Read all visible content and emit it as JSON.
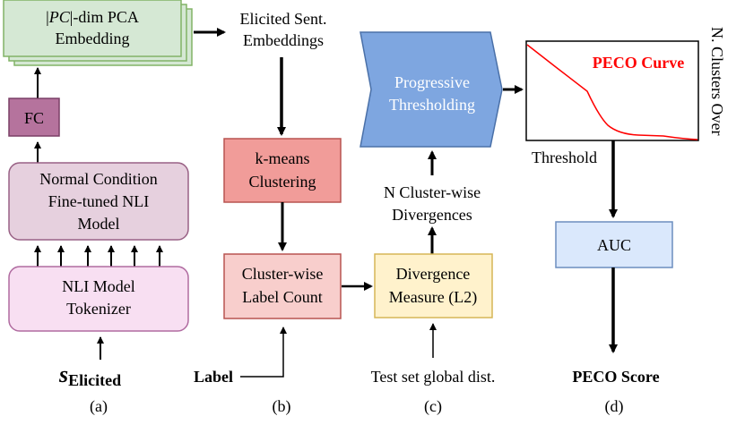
{
  "panel_a": {
    "pca_box": {
      "line1_prefix": "|",
      "line1_italic": "PC",
      "line1_suffix": "|-dim PCA",
      "line2": "Embedding"
    },
    "fc_box": "FC",
    "nli_model_box": {
      "line1": "Normal Condition",
      "line2": "Fine-tuned NLI",
      "line3": "Model"
    },
    "tokenizer_box": {
      "line1": "NLI Model",
      "line2": "Tokenizer"
    },
    "input": {
      "symbol": "s",
      "subscript": "Elicited"
    },
    "caption": "(a)"
  },
  "panel_b": {
    "embeddings_label": {
      "line1": "Elicited Sent.",
      "line2": "Embeddings"
    },
    "kmeans_box": {
      "line1": "k-means",
      "line2": "Clustering"
    },
    "label_count_box": {
      "line1": "Cluster-wise",
      "line2": "Label Count"
    },
    "label_input": "Label",
    "caption": "(b)"
  },
  "panel_c": {
    "thresholding_box": {
      "line1": "Progressive",
      "line2": "Thresholding"
    },
    "divergences_label": {
      "line1": "N Cluster-wise",
      "line2": "Divergences"
    },
    "divergence_box": {
      "line1": "Divergence",
      "line2": "Measure (L2)"
    },
    "global_dist_input": "Test set global dist.",
    "caption": "(c)"
  },
  "panel_d": {
    "curve_title": "PECO Curve",
    "curve_xlabel": "Threshold",
    "curve_ylabel": "N. Clusters Over",
    "auc_box": "AUC",
    "output": "PECO Score",
    "caption": "(d)"
  },
  "colors": {
    "pca_fill": "#d5e8d4",
    "fc_fill": "#b5739d",
    "nli_fill": "#e6d0de",
    "tokenizer_fill": "#f8dff2",
    "kmeans_fill": "#f19c99",
    "label_count_fill": "#f8cecc",
    "thresholding_fill": "#7ea6e0",
    "divergence_fill": "#fff2cc",
    "auc_fill": "#dae8fc",
    "curve_stroke": "#ff0000"
  }
}
